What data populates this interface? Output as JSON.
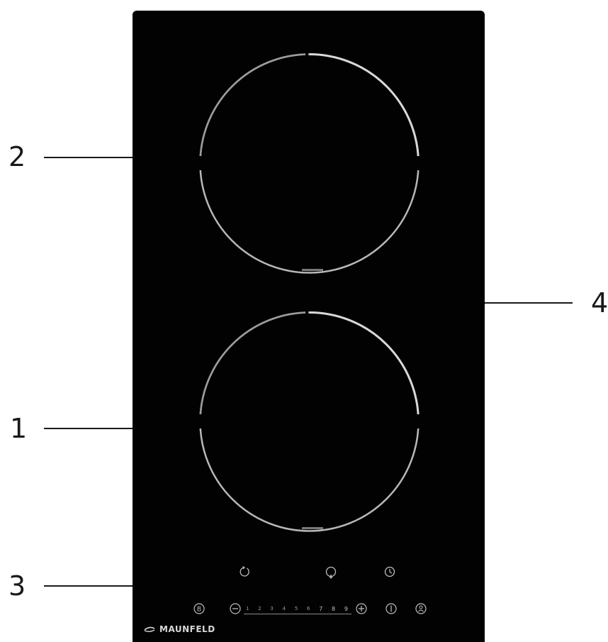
{
  "callouts": {
    "label_1": "1",
    "label_2": "2",
    "label_3": "3",
    "label_4": "4"
  },
  "controls": {
    "boost_symbol": "B",
    "minus_symbol": "−",
    "plus_symbol": "+",
    "power_levels": [
      "1",
      "2",
      "3",
      "4",
      "5",
      "6",
      "7",
      "8",
      "9"
    ]
  },
  "brand": {
    "name": "MAUNFELD"
  },
  "colors": {
    "glass": "#020202",
    "ring": "#b8b8b8",
    "control": "#bdbdbd",
    "callout": "#1a1a1a"
  },
  "icons": {
    "rear_zone_select": "circle-arrow-up-icon",
    "front_zone_select": "circle-arrow-down-icon",
    "timer": "clock-icon",
    "power": "power-icon",
    "lock": "child-lock-icon"
  }
}
